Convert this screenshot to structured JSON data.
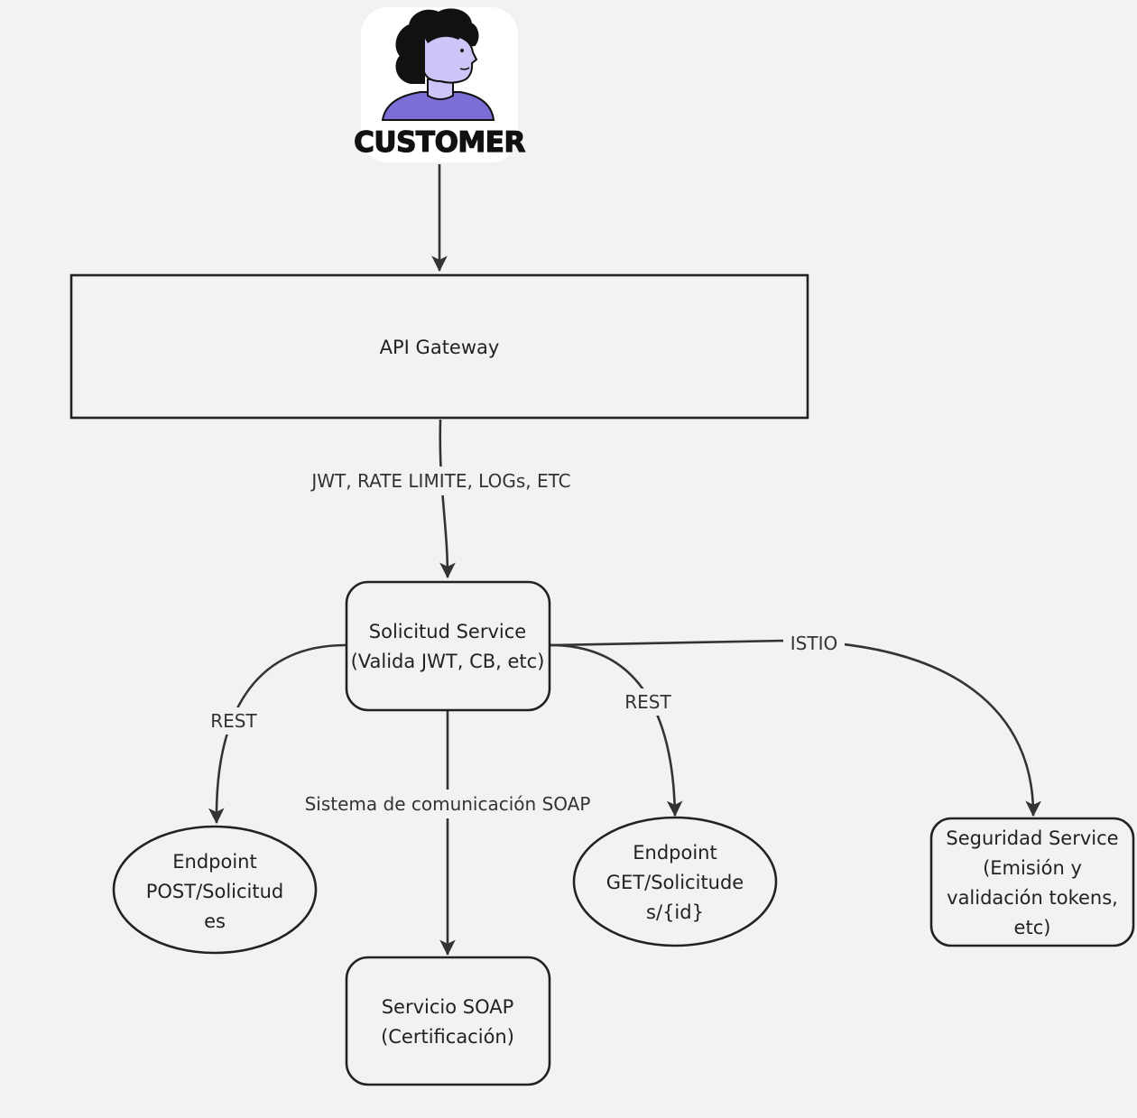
{
  "actor": {
    "label": "CUSTOMER",
    "icon": "person-avatar-icon"
  },
  "nodes": {
    "api_gateway": {
      "label": "API Gateway"
    },
    "solicitud_service": {
      "line1": "Solicitud Service",
      "line2": "(Valida JWT, CB, etc)"
    },
    "endpoint_post": {
      "line1": "Endpoint",
      "line2": "POST/Solicitud",
      "line3": "es"
    },
    "servicio_soap": {
      "line1": "Servicio SOAP",
      "line2": "(Certificación)"
    },
    "endpoint_get": {
      "line1": "Endpoint",
      "line2": "GET/Solicitude",
      "line3": "s/{id}"
    },
    "seguridad_service": {
      "line1": "Seguridad Service",
      "line2": "(Emisión y",
      "line3": "validación tokens,",
      "line4": "etc)"
    }
  },
  "edges": {
    "gateway_to_solicitud": "JWT, RATE LIMITE, LOGs, ETC",
    "to_post": "REST",
    "to_soap": "Sistema de comunicación SOAP",
    "to_get": "REST",
    "to_seguridad": "ISTIO"
  },
  "colors": {
    "background": "#f2f2f2",
    "stroke": "#222222",
    "avatar_skin": "#cfc4f7",
    "avatar_shirt": "#7b6ed6",
    "avatar_hair": "#111111"
  }
}
